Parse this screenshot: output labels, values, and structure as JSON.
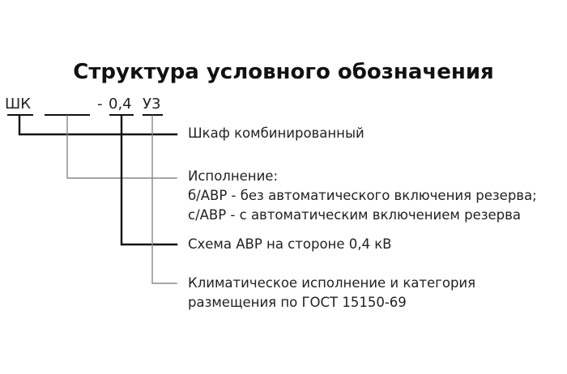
{
  "title": "Структура условного обозначения",
  "code": {
    "prefix": "ШК",
    "dash": "-",
    "voltage": "0,4",
    "climate": "У3"
  },
  "descriptions": [
    {
      "lines": [
        "Шкаф комбинированный"
      ]
    },
    {
      "lines": [
        "Исполнение:",
        "б/АВР - без автоматического включения резерва;",
        "с/АВР - с автоматическим включением резерва"
      ]
    },
    {
      "lines": [
        "Схема АВР на стороне 0,4 кВ"
      ]
    },
    {
      "lines": [
        "Климатическое исполнение и категория",
        "размещения по ГОСТ 15150-69"
      ]
    }
  ]
}
